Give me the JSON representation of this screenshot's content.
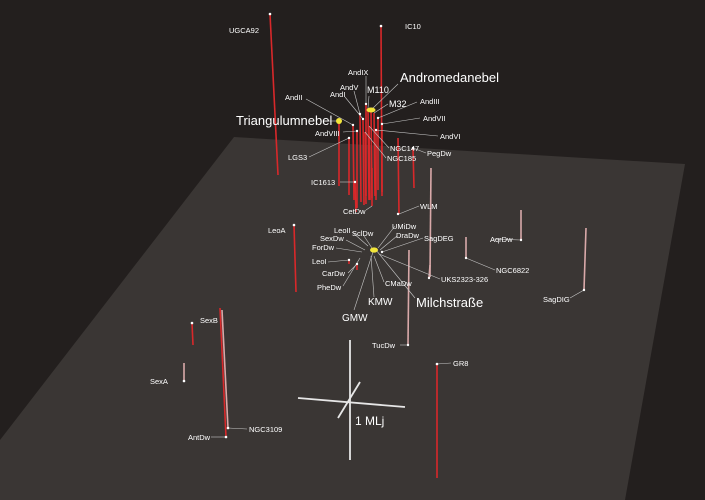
{
  "colors": {
    "background": "#231f1e",
    "plane": "#3a3634",
    "stem_near": "#d8282a",
    "stem_far": "#d9a9a9",
    "leader": "#c8c8c8",
    "major_galaxy": "#f2e53a",
    "label": "#ffffff"
  },
  "labels": {
    "andromeda": "Andromedanebel",
    "triangulum": "Triangulumnebel",
    "milkyway": "Milchstraße",
    "scale": "1 MLj",
    "gmw": "GMW",
    "kmw": "KMW",
    "m110": "M110",
    "m32": "M32",
    "andix": "AndIX",
    "andv": "AndV",
    "andi": "AndI",
    "andii": "AndII",
    "andiii": "AndIII",
    "andvii": "AndVII",
    "andvi": "AndVI",
    "andviii": "AndVIII",
    "ngc147": "NGC147",
    "ngc185": "NGC185",
    "pegdw": "PegDw",
    "lgs3": "LGS3",
    "ic1613": "IC1613",
    "cetdw": "CetDw",
    "ic10": "IC10",
    "ugca92": "UGCA92",
    "wlm": "WLM",
    "leoa": "LeoA",
    "leoii": "LeoII",
    "sculptor": "SclDw",
    "sextans": "SexDw",
    "fornax": "ForDw",
    "leoi": "LeoI",
    "carina": "CarDw",
    "phoenix": "PheDw",
    "ursaminor": "UMiDw",
    "draco": "DraDw",
    "sagdeg": "SagDEG",
    "aqrdw": "AqrDw",
    "ngc6822": "NGC6822",
    "uks": "UKS2323-326",
    "sagdig": "SagDIG",
    "cmadw": "CMaDw",
    "tucdw": "TucDw",
    "gr8": "GR8",
    "sexb": "SexB",
    "sexa": "SexA",
    "antdw": "AntDw",
    "ngc3109": "NGC3109"
  }
}
